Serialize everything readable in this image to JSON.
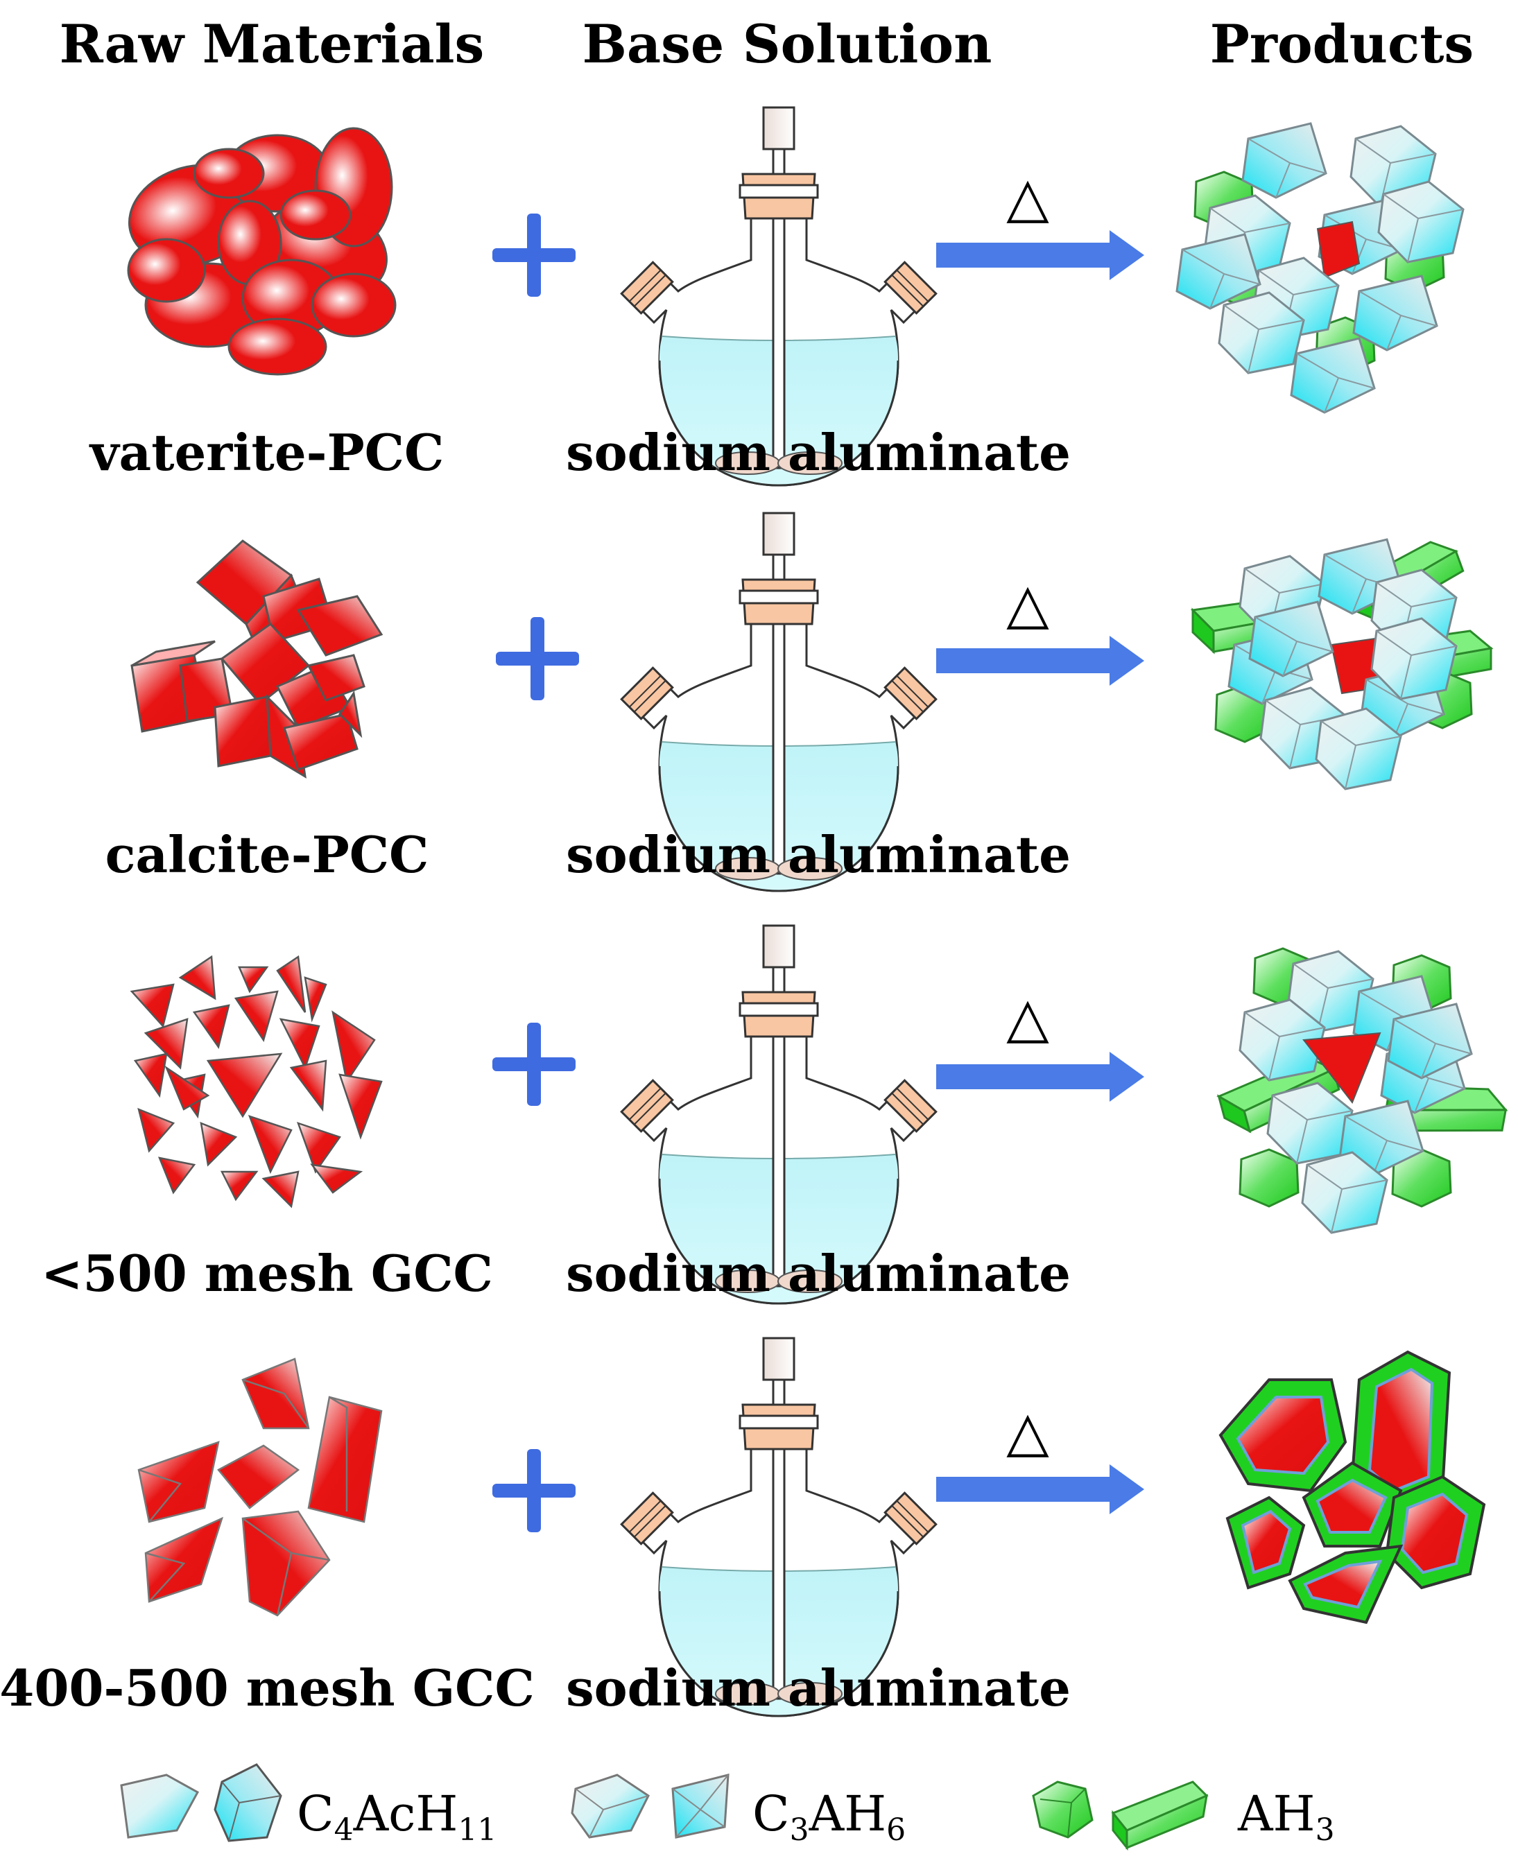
{
  "headers": {
    "raw_materials": "Raw Materials",
    "base_solution": "Base Solution",
    "products": "Products"
  },
  "rows": [
    {
      "raw_label": "vaterite-PCC",
      "base_label": "sodium aluminate",
      "condition": "△",
      "raw_shape": "ellipses",
      "product": "dense-cluster"
    },
    {
      "raw_label": "calcite-PCC",
      "base_label": "sodium aluminate",
      "condition": "△",
      "raw_shape": "cubes",
      "product": "cluster-green-rods"
    },
    {
      "raw_label": "<500 mesh GCC",
      "base_label": "sodium aluminate",
      "condition": "△",
      "raw_shape": "small-shards",
      "product": "cluster-green-shell"
    },
    {
      "raw_label": "400-500 mesh GCC",
      "base_label": "sodium aluminate",
      "condition": "△",
      "raw_shape": "large-shards",
      "product": "coated-particles"
    }
  ],
  "legend": [
    {
      "label_main": "C",
      "sub1": "4",
      "mid": "AcH",
      "sub2": "11",
      "icon": "cyan-gradient-crystal-icon"
    },
    {
      "label_main": "C",
      "sub1": "3",
      "mid": "AH",
      "sub2": "6",
      "icon": "light-cyan-crystal-icon"
    },
    {
      "label_main": "AH",
      "sub1": "3",
      "mid": "",
      "sub2": "",
      "icon": "green-crystal-icon"
    }
  ],
  "colors": {
    "calcium_carbonate": "#e81414",
    "c4ach11": "#17e1f2",
    "c3ah6": "#a9ecf4",
    "ah3": "#2fd12f",
    "arrow": "#4a7be6",
    "plus": "#3f6be0",
    "solution": "#c8f6fb",
    "flask_fitting": "#f8c6a2"
  }
}
